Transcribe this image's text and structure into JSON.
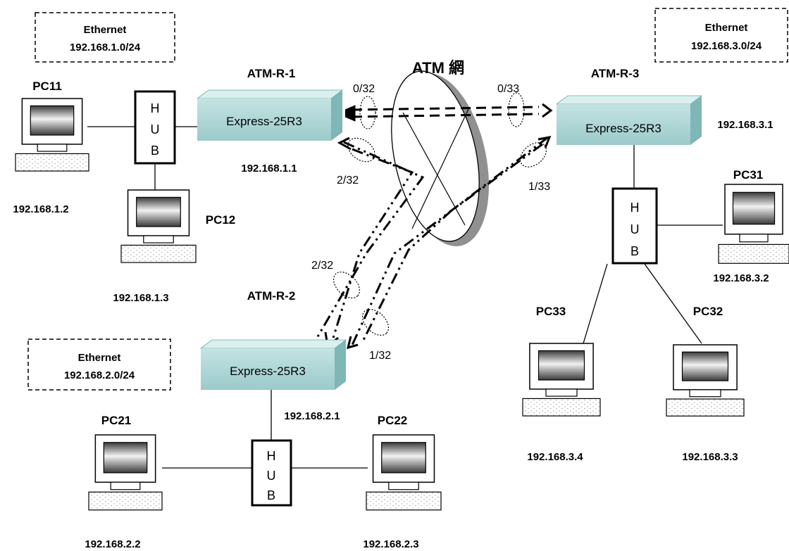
{
  "network_title": "ATM 網",
  "segments": {
    "net1": {
      "line1": "Ethernet",
      "line2": "192.168.1.0/24"
    },
    "net2": {
      "line1": "Ethernet",
      "line2": "192.168.2.0/24"
    },
    "net3": {
      "line1": "Ethernet",
      "line2": "192.168.3.0/24"
    }
  },
  "routers": {
    "r1": {
      "name": "ATM-R-1",
      "model": "Express-25R3",
      "ip": "192.168.1.1"
    },
    "r2": {
      "name": "ATM-R-2",
      "model": "Express-25R3",
      "ip": "192.168.2.1"
    },
    "r3": {
      "name": "ATM-R-3",
      "model": "Express-25R3",
      "ip": "192.168.3.1"
    }
  },
  "hubs": {
    "h1": {
      "letters": [
        "H",
        "U",
        "B"
      ]
    },
    "h2": {
      "letters": [
        "H",
        "U",
        "B"
      ]
    },
    "h3": {
      "letters": [
        "H",
        "U",
        "B"
      ]
    }
  },
  "pcs": {
    "pc11": {
      "name": "PC11",
      "ip": "192.168.1.2"
    },
    "pc12": {
      "name": "PC12",
      "ip": "192.168.1.3"
    },
    "pc21": {
      "name": "PC21",
      "ip": "192.168.2.2"
    },
    "pc22": {
      "name": "PC22",
      "ip": "192.168.2.3"
    },
    "pc31": {
      "name": "PC31",
      "ip": "192.168.3.2"
    },
    "pc32": {
      "name": "PC32",
      "ip": "192.168.3.3"
    },
    "pc33": {
      "name": "PC33",
      "ip": "192.168.3.4"
    }
  },
  "vcs": {
    "r1_to_r3": "0/32",
    "r3_from_r1": "0/33",
    "r1_to_r2": "2/32",
    "r2_from_r1": "2/32",
    "r3_to_r2": "1/33",
    "r2_from_r3": "1/32"
  },
  "colors": {
    "router_face": "#a8d4d4",
    "router_top": "#d8ecec",
    "router_side": "#7fb6b6",
    "hub_border": "#000000"
  }
}
